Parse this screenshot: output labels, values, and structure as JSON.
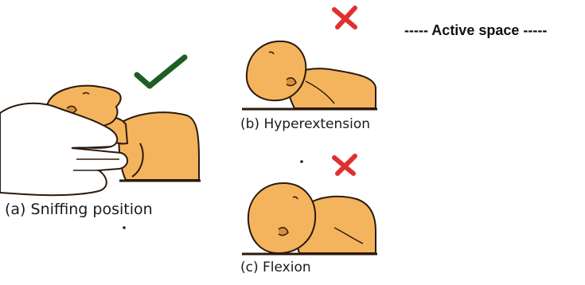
{
  "panels": {
    "a": {
      "caption": "(a) Sniffing position",
      "mark": "check-icon"
    },
    "b": {
      "caption": "(b) Hyperextension",
      "mark": "cross-icon"
    },
    "c": {
      "caption": "(c) Flexion",
      "mark": "cross-icon"
    }
  },
  "side_note": "----- Active space -----",
  "colors": {
    "skin": "#f4b45e",
    "skin_shadow": "#d98f3c",
    "outline": "#2a1a0e",
    "check": "#1e5e24",
    "cross": "#e0302e"
  }
}
